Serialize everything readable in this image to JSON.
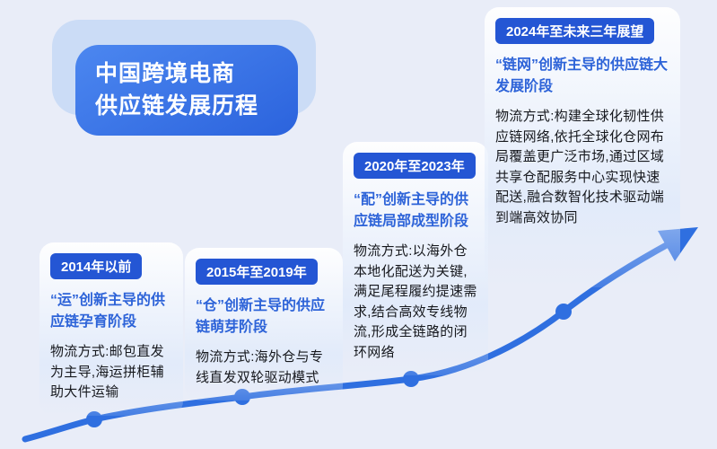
{
  "title": {
    "lines": [
      "中国跨境电商",
      "供应链发展历程"
    ]
  },
  "stages": [
    {
      "badge": "2014年以前",
      "title": "“运”创新主导的供应链孕育阶段",
      "body": "物流方式:邮包直发为主导,海运拼柜辅助大件运输"
    },
    {
      "badge": "2015年至2019年",
      "title": "“仓”创新主导的供应链萌芽阶段",
      "body": "物流方式:海外仓与专线直发双轮驱动模式"
    },
    {
      "badge": "2020年至2023年",
      "title": "“配”创新主导的供应链局部成型阶段",
      "body": "物流方式:以海外仓本地化配送为关键,满足尾程履约提速需求,结合高效专线物流,形成全链路的闭环网络"
    },
    {
      "badge": "2024年至未来三年展望",
      "title": "“链网”创新主导的供应链大发展阶段",
      "body": "物流方式:构建全球化韧性供应链网络,依托全球化仓网布局覆盖更广泛市场,通过区域共享仓配服务中心实现快速配送,融合数智化技术驱动端到端高效协同"
    }
  ],
  "colors": {
    "background": "#e9edf8",
    "title_shape": "#cbdcf6",
    "primary_blue": "#2b63dd",
    "badge_blue": "#2456d4",
    "stage_title_blue": "#2d63d8",
    "curve_blue": "#2f6fe0",
    "body_text": "#16181d"
  }
}
